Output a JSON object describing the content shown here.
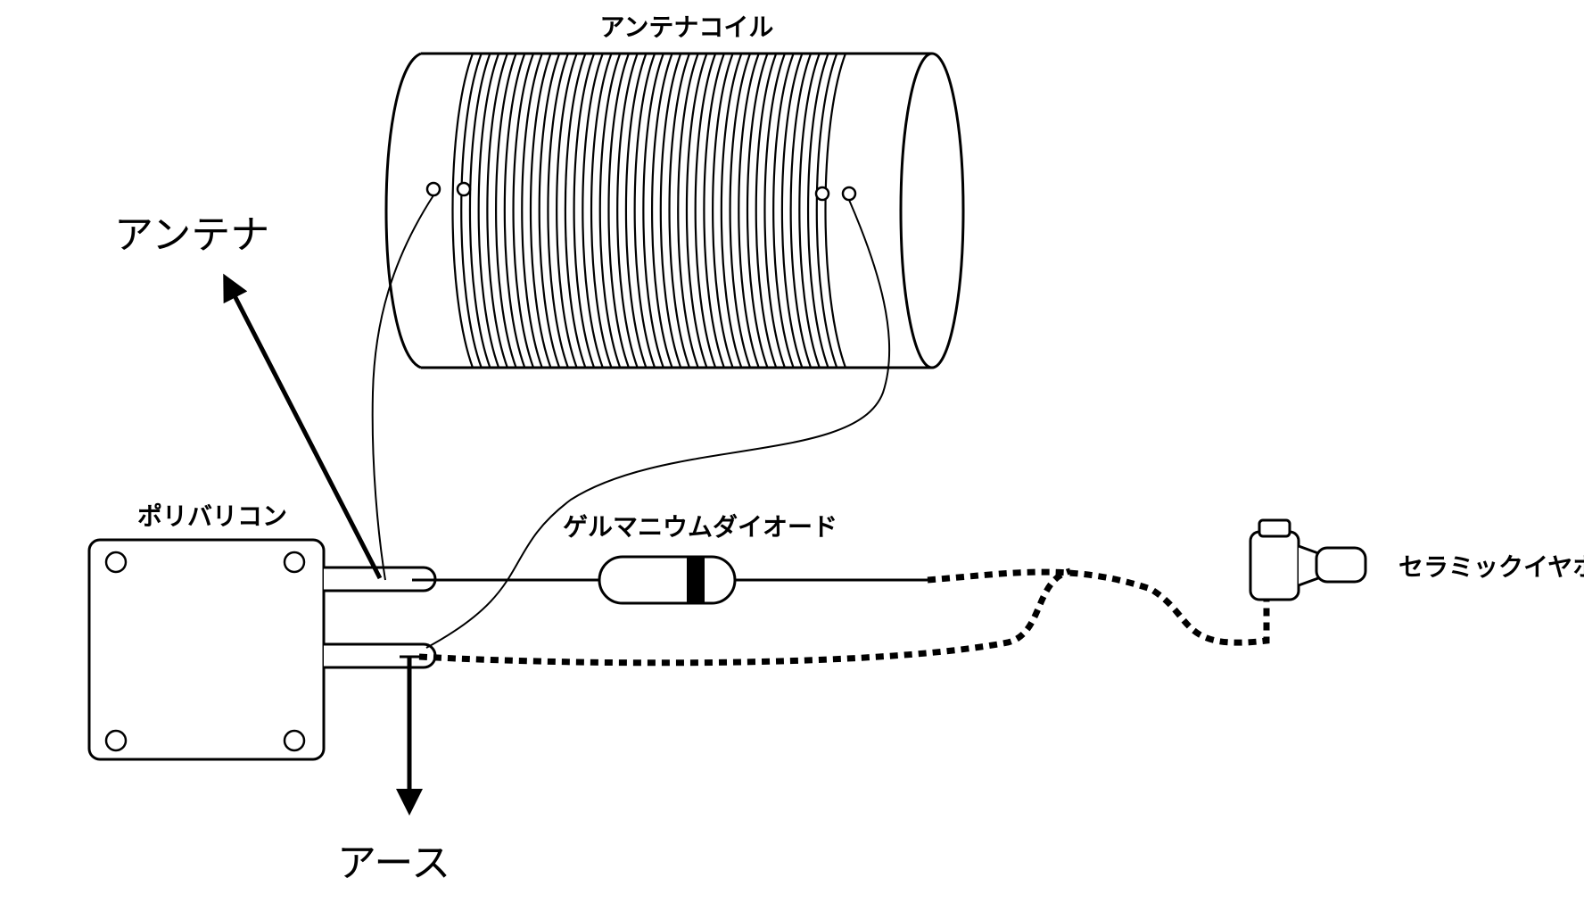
{
  "labels": {
    "antenna_coil": "アンテナコイル",
    "antenna": "アンテナ",
    "polyvaricon": "ポリバリコン",
    "germanium_diode": "ゲルマニウムダイオード",
    "ceramic_earphone": "セラミックイヤホン",
    "earth": "アース"
  },
  "colors": {
    "line": "#000000",
    "background": "#ffffff"
  }
}
